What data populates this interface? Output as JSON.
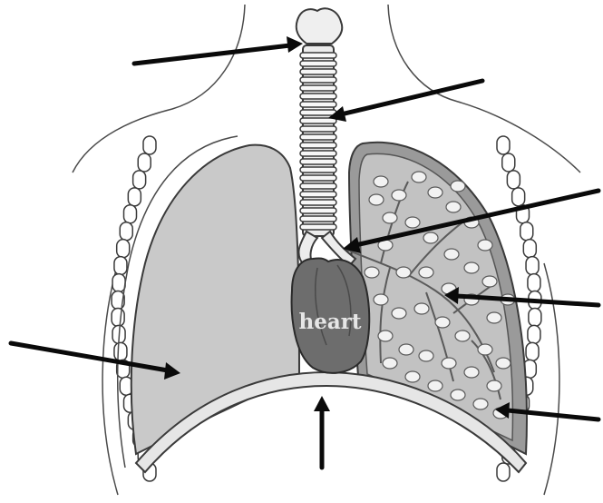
{
  "diagram": {
    "labels": {
      "heart": "heart"
    },
    "colors": {
      "lung_left_fill": "#c9c9c9",
      "lung_right_fill": "#c2c2c2",
      "bronchiole_fill": "#f2f2f2",
      "heart_fill": "#6d6d6d",
      "diaphragm_fill": "#e6e6e6",
      "trachea_fill": "#ececec",
      "outline": "#3a3a3a",
      "arrow": "#0a0a0a"
    },
    "parts": [
      "larynx",
      "trachea",
      "bronchus",
      "bronchioles",
      "alveoli",
      "lung",
      "diaphragm",
      "ribs",
      "heart"
    ],
    "arrow_count": 7
  }
}
